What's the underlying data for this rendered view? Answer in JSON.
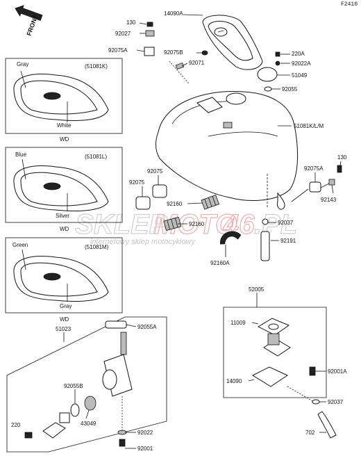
{
  "header": {
    "code": "F2410",
    "front_label": "FRONT"
  },
  "watermark": {
    "brand_a": "SKLEP",
    "brand_b": "MOTO",
    "brand_c": "46",
    "brand_d": ".PL",
    "tagline": "internetowy sklep motocyklowy"
  },
  "variants": [
    {
      "color_top": "Gray",
      "part": "(51081K)",
      "color_bottom": "White",
      "note": "WD"
    },
    {
      "color_top": "Blue",
      "part": "(51081L)",
      "color_bottom": "Silver",
      "note": "WD"
    },
    {
      "color_top": "Green",
      "part": "(51081M)",
      "color_bottom": "Gray",
      "note": "WD"
    }
  ],
  "labels": {
    "p130a": "130",
    "p14090a": "14090A",
    "p92027": "92027",
    "p92075a_top": "92075A",
    "p92075b": "92075B",
    "p92071": "92071",
    "p220a": "220A",
    "p92022a": "92022A",
    "p51049": "51049",
    "p92055": "92055",
    "p51081klm": "51081K/L/M",
    "p92075a_r": "92075A",
    "p130b": "130",
    "p92143": "92143",
    "p92075_1": "92075",
    "p92075_2": "92075",
    "p92160a": "92160",
    "p92160b": "92160",
    "p92160A": "92160A",
    "p92037a": "92037",
    "p92191": "92191",
    "p52005": "52005",
    "p11009": "11009",
    "p92001a": "92001A",
    "p14090": "14090",
    "p92037b": "92037",
    "p702": "702",
    "p51023": "51023",
    "p92055a": "92055A",
    "p92055b": "92055B",
    "p43049": "43049",
    "p220": "220",
    "p92022": "92022",
    "p92001": "92001"
  }
}
